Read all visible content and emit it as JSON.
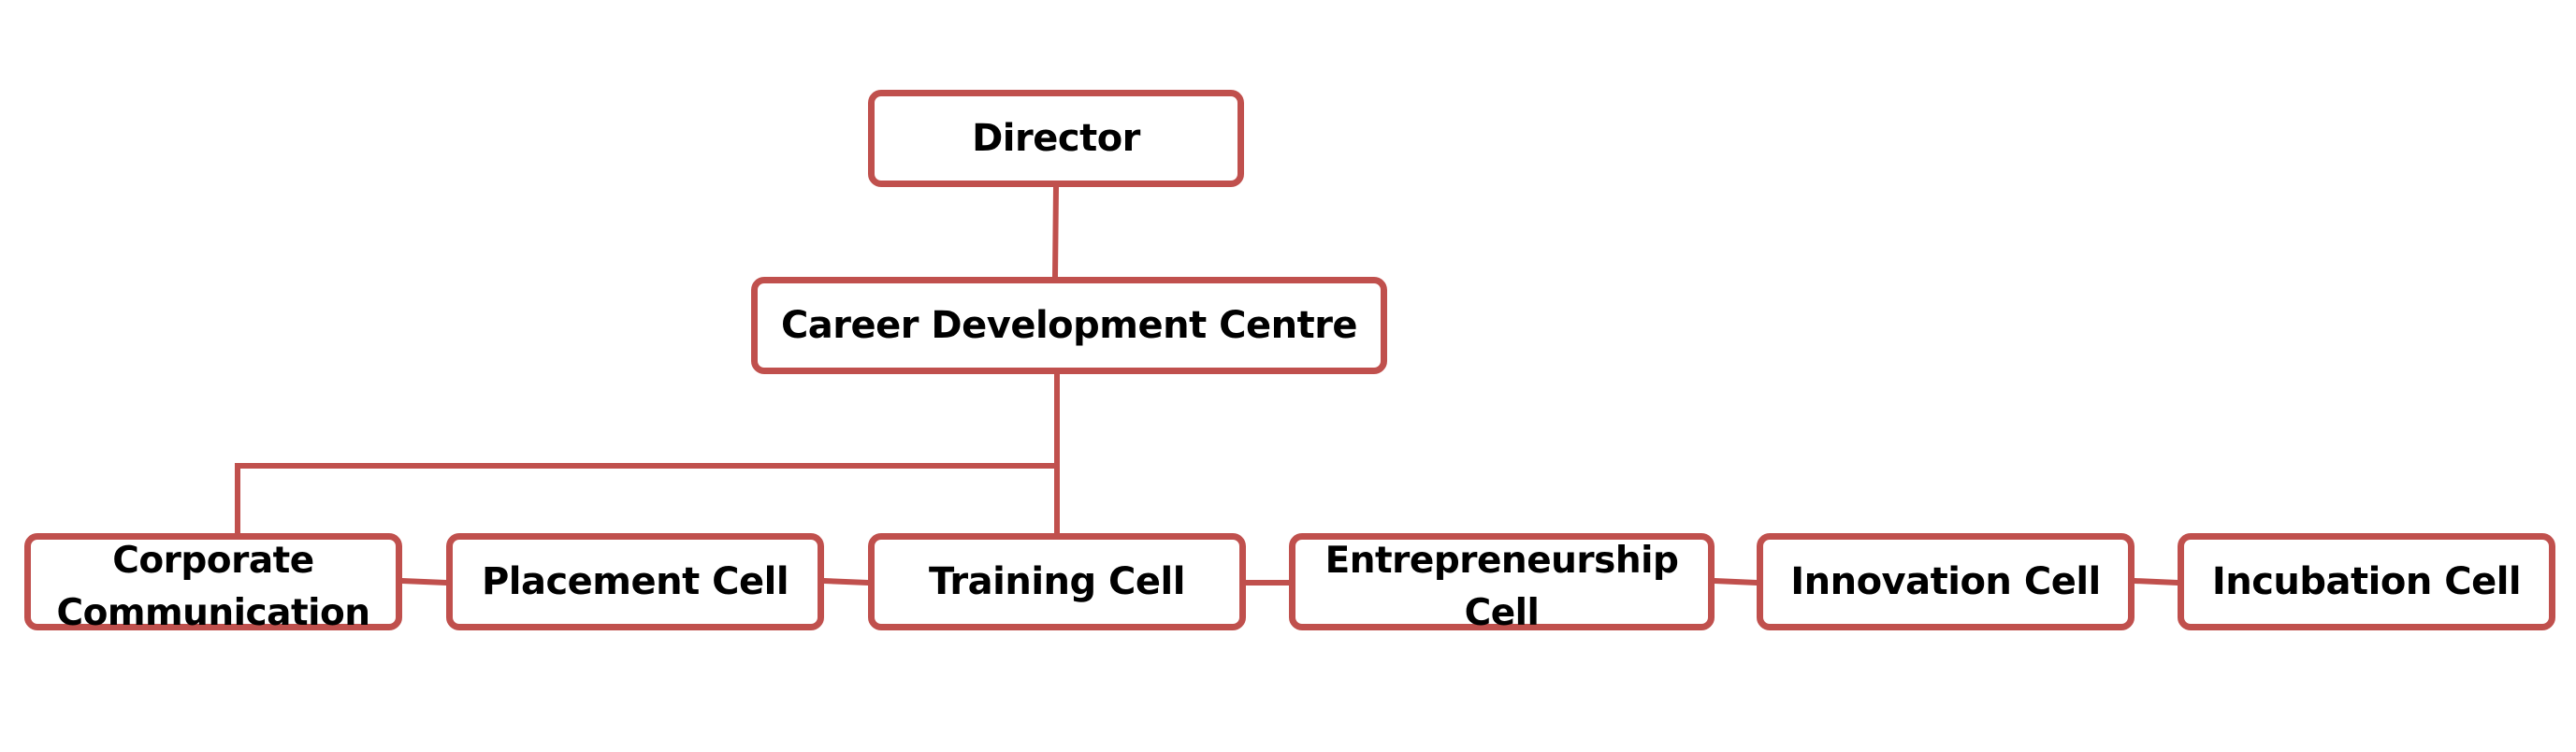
{
  "org_chart": {
    "top": {
      "director": "Director",
      "career_development_centre": "Career Development Centre"
    },
    "cells": [
      {
        "id": "corporate",
        "line1": "Corporate",
        "line2": "Communication"
      },
      {
        "id": "placement",
        "label": "Placement Cell"
      },
      {
        "id": "training",
        "label": "Training Cell"
      },
      {
        "id": "entrepreneurship",
        "line1": "Entrepreneurship",
        "line2": "Cell"
      },
      {
        "id": "innovation",
        "label": "Innovation Cell"
      },
      {
        "id": "incubation",
        "label": "Incubation Cell"
      }
    ],
    "colors": {
      "border": "#c0504d",
      "text": "#000000",
      "background": "#ffffff"
    }
  }
}
